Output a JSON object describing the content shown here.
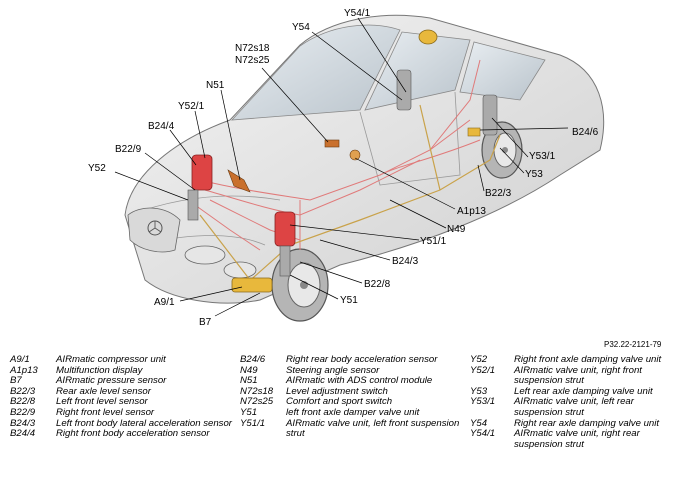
{
  "figure_id": "P32.22-2121-79",
  "callouts": {
    "Y54_1": "Y54/1",
    "Y54": "Y54",
    "N72s18": "N72s18",
    "N72s25": "N72s25",
    "N51": "N51",
    "Y52_1": "Y52/1",
    "B24_4": "B24/4",
    "B22_9": "B22/9",
    "Y52": "Y52",
    "B24_6": "B24/6",
    "Y53_1": "Y53/1",
    "Y53": "Y53",
    "B22_3": "B22/3",
    "A1p13": "A1p13",
    "N49": "N49",
    "Y51_1": "Y51/1",
    "B24_3": "B24/3",
    "B22_8": "B22/8",
    "A9_1": "A9/1",
    "Y51": "Y51",
    "B7": "B7"
  },
  "legend": {
    "col1": [
      {
        "code": "A9/1",
        "desc": "AIRmatic compressor unit"
      },
      {
        "code": "A1p13",
        "desc": "Multifunction display"
      },
      {
        "code": "B7",
        "desc": "AIRmatic pressure sensor"
      },
      {
        "code": "B22/3",
        "desc": "Rear axle level sensor"
      },
      {
        "code": "B22/8",
        "desc": "Left front level sensor"
      },
      {
        "code": "B22/9",
        "desc": "Right front level sensor"
      },
      {
        "code": "B24/3",
        "desc": "Left front body lateral acceleration sensor"
      },
      {
        "code": "B24/4",
        "desc": "Right front body acceleration sensor"
      }
    ],
    "col2": [
      {
        "code": "B24/6",
        "desc": "Right rear body acceleration sensor"
      },
      {
        "code": "N49",
        "desc": "Steering angle sensor"
      },
      {
        "code": "N51",
        "desc": "AIRmatic with ADS control module"
      },
      {
        "code": "N72s18",
        "desc": "Level adjustment switch"
      },
      {
        "code": "N72s25",
        "desc": "Comfort and sport switch"
      },
      {
        "code": "Y51",
        "desc": "left front axle damper valve unit"
      },
      {
        "code": "Y51/1",
        "desc": "AIRmatic valve unit, left front suspension strut"
      }
    ],
    "col3": [
      {
        "code": "Y52",
        "desc": "Right front axle damping valve unit"
      },
      {
        "code": "Y52/1",
        "desc": "AIRmatic valve unit, right front suspension strut"
      },
      {
        "code": "Y53",
        "desc": "Left rear axle damping valve unit"
      },
      {
        "code": "Y53/1",
        "desc": "AIRmatic valve unit, left rear suspension strut"
      },
      {
        "code": "Y54",
        "desc": "Right rear axle damping valve unit"
      },
      {
        "code": "Y54/1",
        "desc": "AIRmatic valve unit, right rear suspension strut"
      }
    ]
  }
}
